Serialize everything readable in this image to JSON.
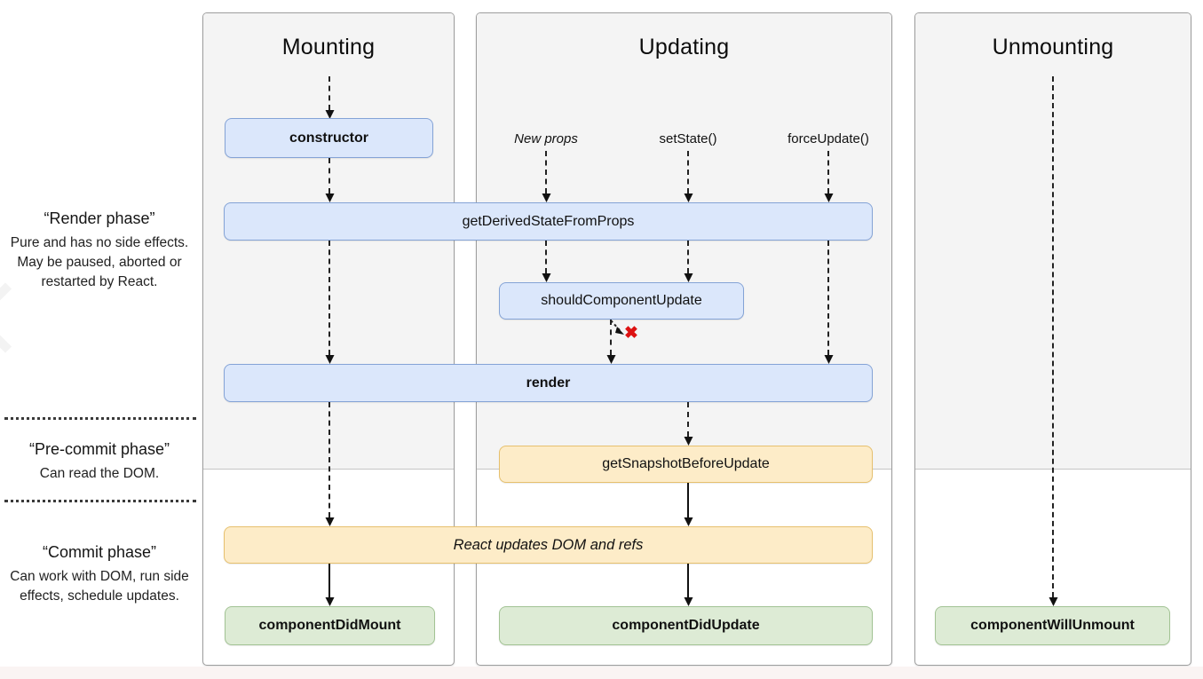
{
  "diagram": {
    "columns": [
      {
        "title": "Mounting"
      },
      {
        "title": "Updating"
      },
      {
        "title": "Unmounting"
      }
    ],
    "phase_labels": [
      {
        "title": "“Render phase”",
        "description": "Pure and has no side effects. May be paused, aborted or restarted by React."
      },
      {
        "title": "“Pre-commit phase”",
        "description": "Can read the DOM."
      },
      {
        "title": "“Commit phase”",
        "description": "Can work with DOM, run side effects, schedule updates."
      }
    ],
    "triggers": [
      {
        "label": "New props"
      },
      {
        "label": "setState()"
      },
      {
        "label": "forceUpdate()"
      }
    ],
    "nodes": {
      "constructor": "constructor",
      "getDerivedStateFromProps": "getDerivedStateFromProps",
      "shouldComponentUpdate": "shouldComponentUpdate",
      "render": "render",
      "getSnapshotBeforeUpdate": "getSnapshotBeforeUpdate",
      "reactUpdatesDom": "React updates DOM and refs",
      "componentDidMount": "componentDidMount",
      "componentDidUpdate": "componentDidUpdate",
      "componentWillUnmount": "componentWillUnmount"
    },
    "cancel_mark": "✖",
    "colors": {
      "blue_fill": "#dbe7fb",
      "blue_border": "#84a3d6",
      "yellow_fill": "#fdecc8",
      "yellow_border": "#e6c06e",
      "green_fill": "#ddebd5",
      "green_border": "#a2c394",
      "column_bg": "#f4f4f4",
      "column_border": "#9e9e9e",
      "cancel_red": "#dd1111"
    }
  }
}
